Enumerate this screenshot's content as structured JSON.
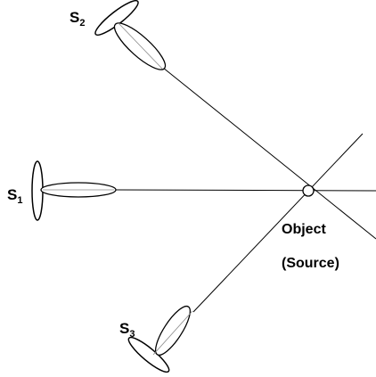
{
  "sensors": [
    {
      "letter": "S",
      "index": "1"
    },
    {
      "letter": "S",
      "index": "2"
    },
    {
      "letter": "S",
      "index": "3"
    }
  ],
  "object": {
    "line1": "Object",
    "line2": "(Source)"
  }
}
